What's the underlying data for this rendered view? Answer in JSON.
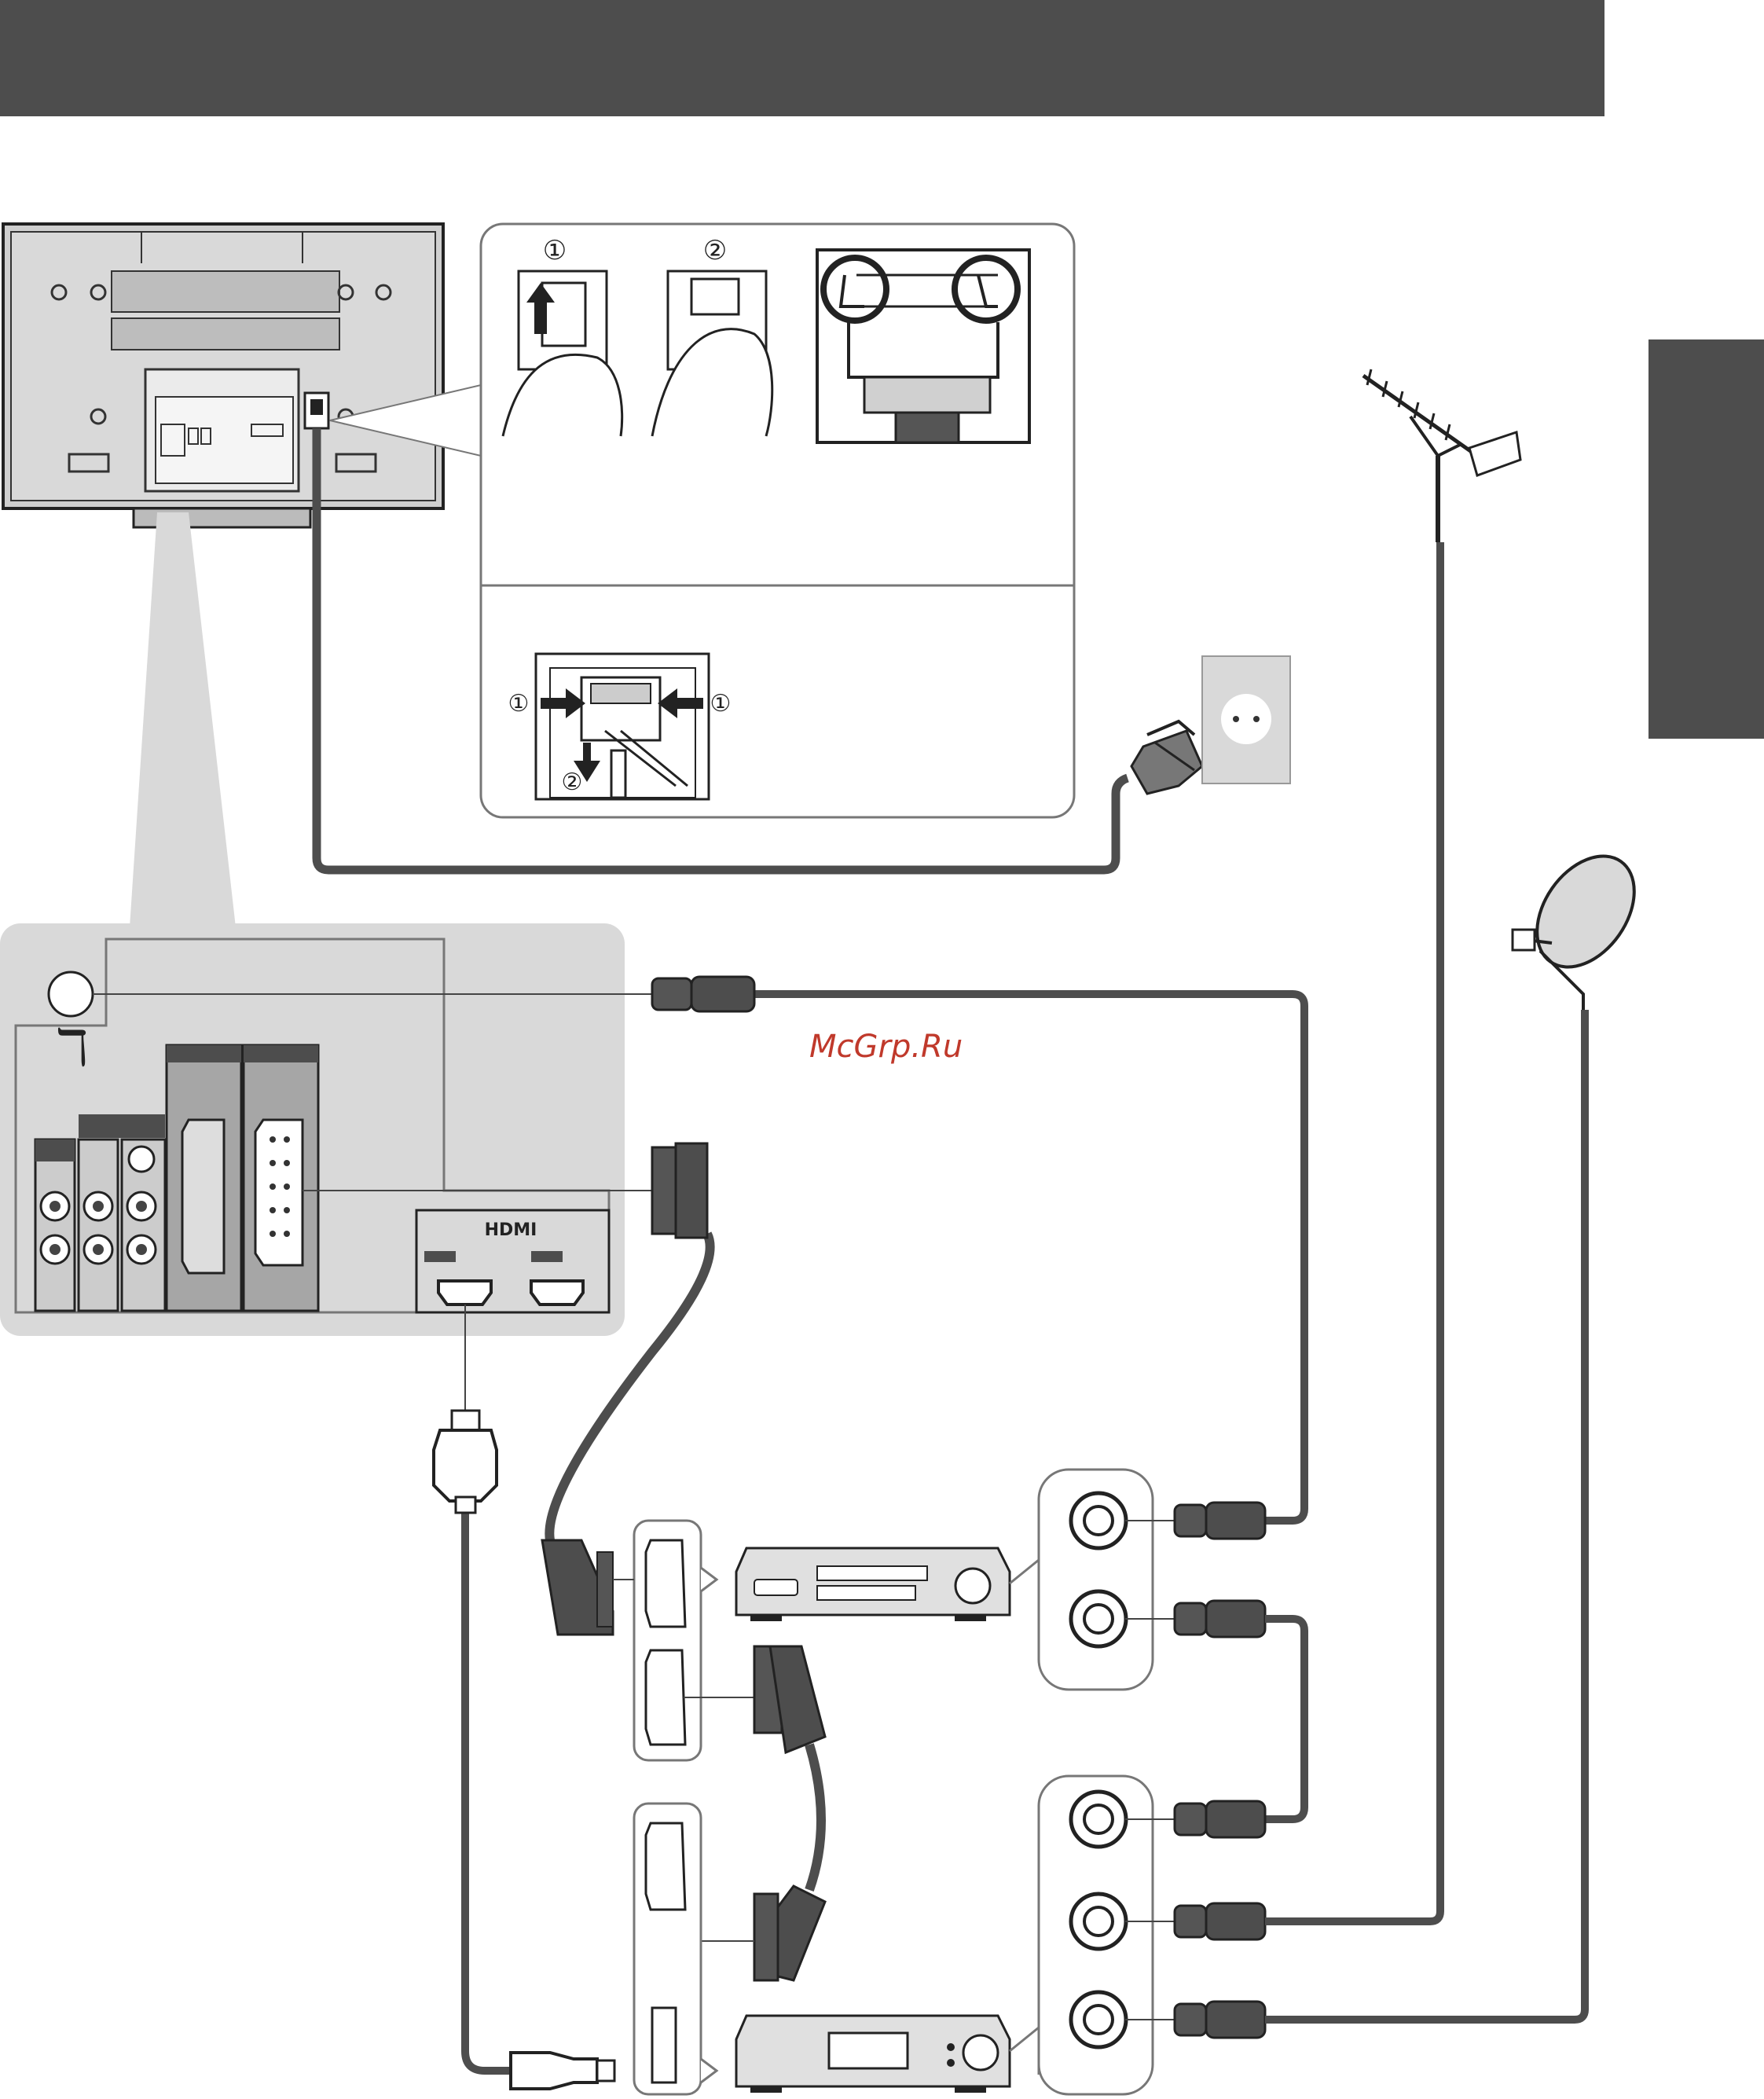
{
  "header": {
    "title": ""
  },
  "side_tab": {
    "label": ""
  },
  "watermark": "McGrp.Ru",
  "ac_panel": {
    "step1": "①",
    "step2": "②",
    "detach_step1_left": "①",
    "detach_step1_right": "①",
    "detach_step2": "②"
  },
  "terminals": {
    "aerial_symbol": "ℸ",
    "hdmi_logo": "HDMI"
  }
}
